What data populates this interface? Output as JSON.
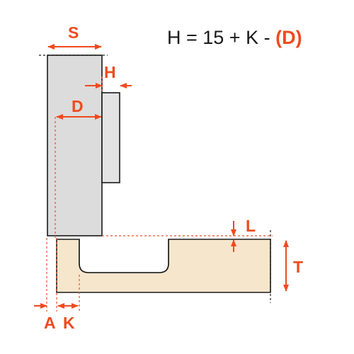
{
  "formula": {
    "prefix": "H = 15 + K - ",
    "emphasis": "(D)"
  },
  "labels": {
    "S": "S",
    "H": "H",
    "D": "D",
    "L": "L",
    "T": "T",
    "A": "A",
    "K": "K"
  },
  "colors": {
    "accent": "#f04a1e",
    "outline": "#1a1a1a",
    "side_panel": "#dcdcdc",
    "door_panel": "#f5e6cc",
    "hinge_plate": "#e3e3e3",
    "dim_line": "#e8502a"
  }
}
